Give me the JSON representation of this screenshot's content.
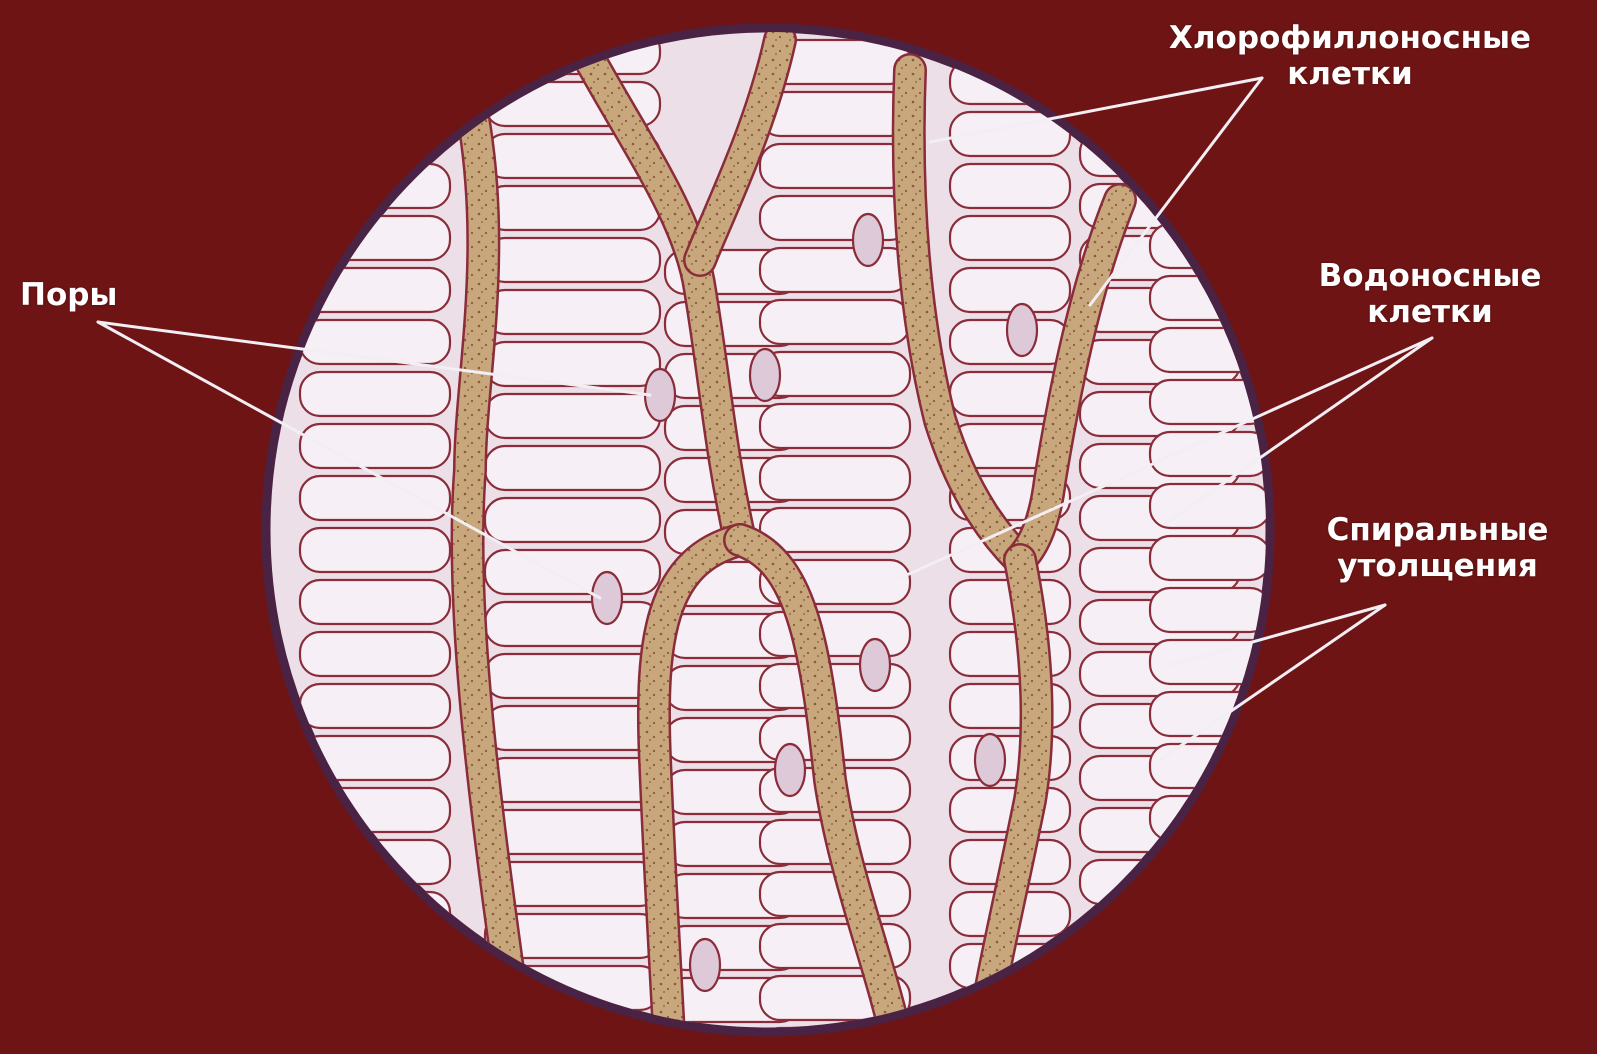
{
  "labels": {
    "chlorophyll": {
      "line1": "Хлорофиллоносные",
      "line2": "клетки"
    },
    "pores": {
      "line1": "Поры"
    },
    "water": {
      "line1": "Водоносные",
      "line2": "клетки"
    },
    "spiral": {
      "line1": "Спиральные",
      "line2": "утолщения"
    }
  },
  "colors": {
    "background": "#6e1414",
    "circle_fill": "#ecdfe8",
    "circle_border": "#4a2244",
    "cell_outline": "#8a2c3a",
    "cell_fill": "#f6f0f6",
    "chlorophyll_fill": "#c9a77c",
    "chlorophyll_dots": "#8a5a3c",
    "leader_line": "#f2eef4"
  }
}
